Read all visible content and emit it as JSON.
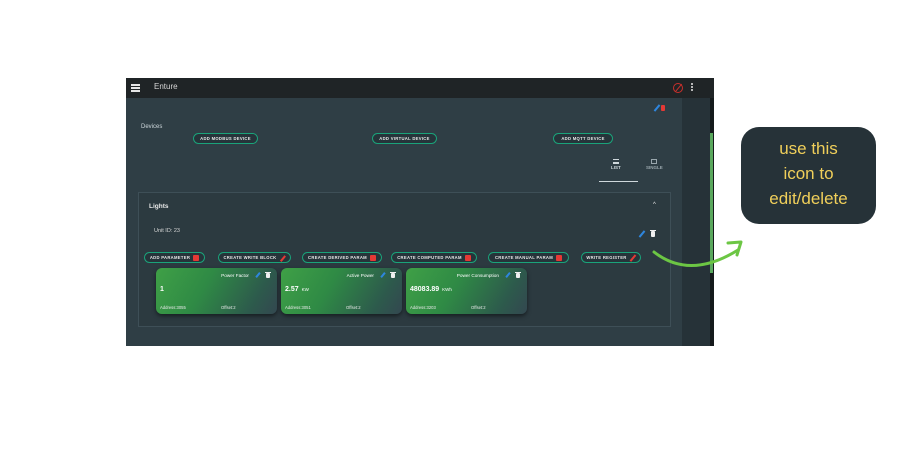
{
  "app": {
    "title": "Enture",
    "header_icons": [
      "menu-icon",
      "sync-off-icon",
      "more-vert-icon"
    ]
  },
  "devices": {
    "label": "Devices",
    "buttons": [
      {
        "label": "ADD MODBUS DEVICE"
      },
      {
        "label": "ADD VIRTUAL DEVICE"
      },
      {
        "label": "ADD MQTT DEVICE"
      }
    ],
    "view_tabs": [
      {
        "label": "LIST",
        "icon": "list-icon",
        "active": true
      },
      {
        "label": "SINGLE",
        "icon": "single-view-icon",
        "active": false
      }
    ]
  },
  "panel": {
    "title": "Lights",
    "unit_id": "Unit ID: 23",
    "actions": [
      {
        "label": "ADD PARAMETER",
        "icon": "add-box-icon"
      },
      {
        "label": "CREATE WRITE BLOCK",
        "icon": "wrench-icon"
      },
      {
        "label": "CREATE DERIVED PARAM",
        "icon": "add-box-icon"
      },
      {
        "label": "CREATE COMPUTED PARAM",
        "icon": "add-box-icon"
      },
      {
        "label": "CREATE MANUAL PARAM",
        "icon": "add-box-icon"
      },
      {
        "label": "WRITE REGISTER",
        "icon": "pencil-icon"
      }
    ],
    "cards": [
      {
        "title": "Power Factor",
        "value": "1",
        "unit": "",
        "address": "Address:3055",
        "offset": "Offset:2"
      },
      {
        "title": "Active Power",
        "value": "2.57",
        "unit": "KW",
        "address": "Address:3051",
        "offset": "Offset:2"
      },
      {
        "title": "Power Consumption",
        "value": "48083.89",
        "unit": "KWh",
        "address": "Address:3203",
        "offset": "Offset:2"
      }
    ]
  },
  "callout": {
    "text_line1": "use this",
    "text_line2": "icon to",
    "text_line3": "edit/delete"
  },
  "colors": {
    "accent_border": "#1aa37a",
    "edit_blue": "#2e86de",
    "delete_red": "#e53935",
    "card_green": "#3fa046",
    "callout_bg": "#263238",
    "callout_text": "#f0cf5a",
    "arrow_green": "#6cc644"
  }
}
